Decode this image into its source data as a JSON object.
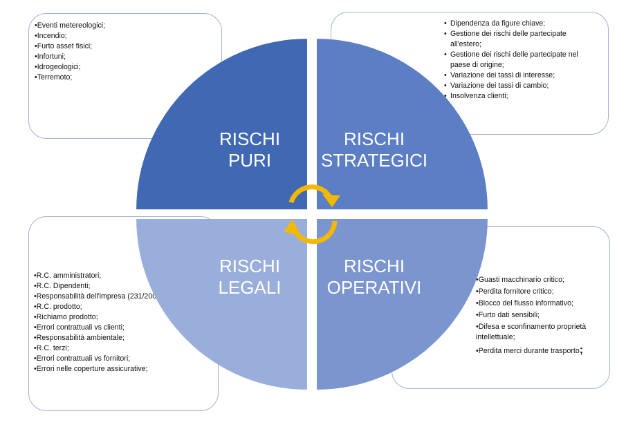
{
  "colors": {
    "puri": "#4068b3",
    "strategici": "#5b7ec4",
    "legali": "#9aaedb",
    "operativi": "#7b96cf",
    "arrow": "#f5b800",
    "box_border": "#9fb1d6"
  },
  "quadrants": {
    "puri": {
      "line1": "RISCHI",
      "line2": "PURI"
    },
    "strategici": {
      "line1": "RISCHI",
      "line2": "STRATEGICI"
    },
    "legali": {
      "line1": "RISCHI",
      "line2": "LEGALI"
    },
    "operativi": {
      "line1": "RISCHI",
      "line2": "OPERATIVI"
    }
  },
  "boxes": {
    "puri": [
      "Eventi metereologici;",
      "Incendio;",
      "Furto asset fisici;",
      "Infortuni;",
      "Idrogeologici;",
      "Terremoto;"
    ],
    "strategici": [
      "Dipendenza da figure chiave;",
      "Gestione dei rischi delle partecipate all'estero;",
      "Gestione dei rischi delle partecipate nel paese di origine;",
      "Variazione dei tassi di interesse;",
      "Variazione dei tassi di cambio;",
      "Insolvenza clienti;"
    ],
    "legali": [
      "R.C. amministratori;",
      "R.C. Dipendenti;",
      "Responsabilità dell'impresa (231/2001);",
      "R.C. prodotto;",
      "Richiamo prodotto;",
      "Errori contrattuali vs clienti;",
      "Responsabilità ambientale;",
      "R.C. terzi;",
      "Errori contrattuali vs fornitori;",
      "Errori nelle coperture assicurative;"
    ],
    "operativi": [
      "Guasti macchinario critico;",
      "Perdita fornitore critico;",
      "Blocco del flusso informativo;",
      "Furto dati sensibili;",
      "Difesa e sconfinamento proprietà intellettuale;",
      "Perdita merci durante trasporto"
    ],
    "operativi_last_suffix": ";"
  }
}
